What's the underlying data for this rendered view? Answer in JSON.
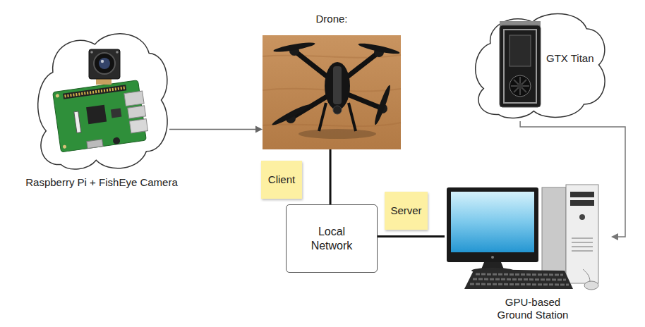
{
  "diagram": {
    "nodes": [
      {
        "text": [
          "Raspberry Pi + FishEye Camera"
        ]
      },
      {
        "text": [
          "Drone:"
        ]
      },
      {
        "text": [
          "GTX Titan"
        ]
      },
      {
        "text": [
          "Client"
        ]
      },
      {
        "text": [
          "Local Network"
        ]
      },
      {
        "text": [
          "Server"
        ]
      },
      {
        "text": [
          "GPU-based Ground Station"
        ]
      }
    ],
    "edges": [
      {
        "from": 0,
        "to": 1,
        "arrow": "to"
      },
      {
        "from": 1,
        "to": 4,
        "arrow": "none"
      },
      {
        "from": 4,
        "to": 6,
        "arrow": "none"
      },
      {
        "from": 2,
        "to": 6,
        "arrow": "to"
      }
    ]
  }
}
